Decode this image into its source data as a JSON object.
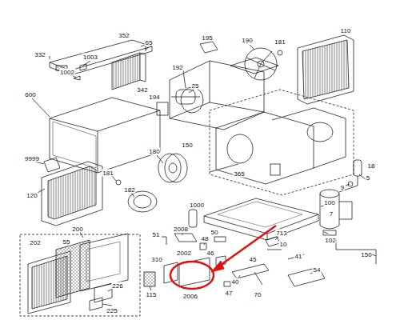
{
  "diagram": {
    "labels": [
      "352",
      "332",
      "1003",
      "1002",
      "65",
      "342",
      "195",
      "190",
      "181",
      "110",
      "192",
      "194",
      "25",
      "600",
      "150",
      "9999",
      "180",
      "365",
      "181",
      "182",
      "18",
      "9",
      "5",
      "120",
      "1000",
      "100",
      "7",
      "102",
      "200",
      "2008",
      "51",
      "48",
      "50",
      "713",
      "10",
      "202",
      "55",
      "310",
      "2002",
      "46",
      "45",
      "41",
      "150",
      "115",
      "2006",
      "40",
      "47",
      "70",
      "54",
      "226",
      "225"
    ]
  }
}
